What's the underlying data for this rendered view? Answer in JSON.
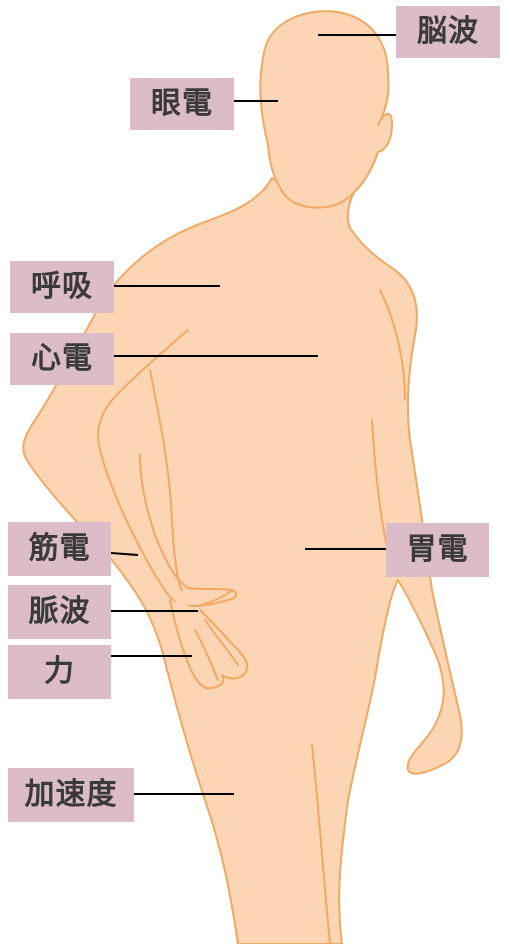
{
  "labels": {
    "brain": "脳波",
    "eye": "眼電",
    "respiration": "呼吸",
    "heart": "心電",
    "muscle": "筋電",
    "stomach": "胃電",
    "pulse": "脈波",
    "force": "力",
    "acceleration": "加速度"
  },
  "colors": {
    "skin": "#fcd6b4",
    "outline": "#f0a862",
    "label_bg": "#dcbcc8",
    "label_text": "#3a3a3a",
    "leader": "#000000"
  }
}
